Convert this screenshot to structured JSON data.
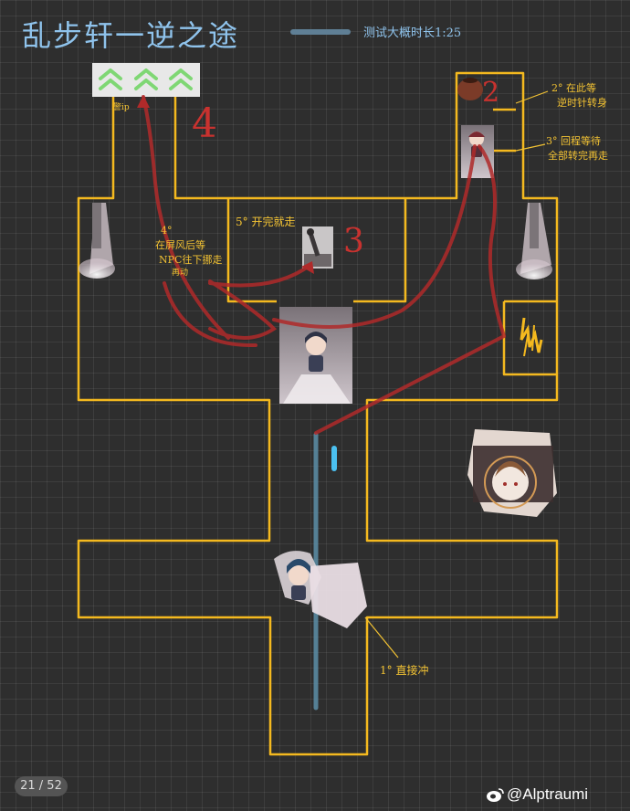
{
  "header": {
    "title": "乱步轩一逆之途",
    "duration": "测试大概时长1:25"
  },
  "annotations": {
    "step1": "1° 直接冲",
    "step2_line1": "2° 在此等",
    "step2_line2": "逆时针转身",
    "step3_line1": "3° 回程等待",
    "step3_line2": "全部转完再走",
    "step4_line1": "4°",
    "step4_line2": "在屏风后等",
    "step4_line3": "NPC往下挪走",
    "step4_line4": "再动",
    "step5": "5° 开完就走",
    "exit_note": "警ip"
  },
  "route_numbers": {
    "n2": "2",
    "n3": "3",
    "n4": "4"
  },
  "footer": {
    "page_indicator": "21 / 52",
    "watermark": "@Alptraumi"
  },
  "colors": {
    "wall": "#f4b91f",
    "route": "#b02a2a",
    "title": "#8fc3ec",
    "note": "#f2c233",
    "exit_chevron": "#86e07a"
  },
  "icons": {
    "exit": "triple-chevron-up-icon",
    "lever": "lever-switch-icon",
    "guard": "guard-npc-icon",
    "player": "player-character-icon",
    "lamp": "searchlight-lamp-icon",
    "trap": "electric-spark-icon",
    "portrait": "boss-portrait-icon",
    "pot": "clay-pot-icon"
  }
}
